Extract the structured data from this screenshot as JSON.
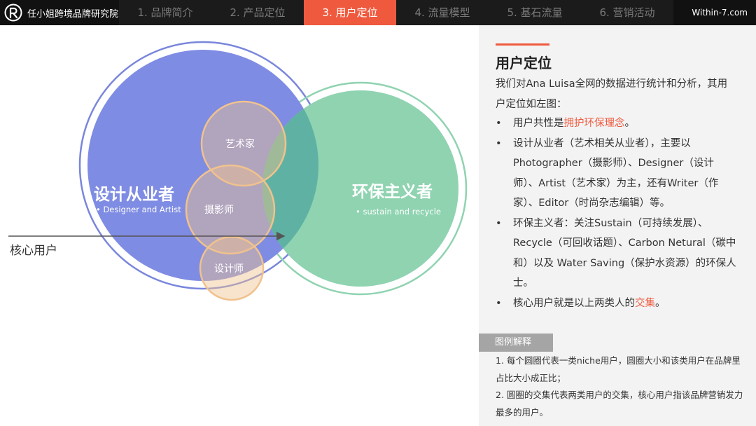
{
  "header": {
    "brand_name": "任小姐跨境品牌研究院",
    "tabs": [
      {
        "label": "1. 品牌简介"
      },
      {
        "label": "2. 产品定位"
      },
      {
        "label": "3. 用户定位"
      },
      {
        "label": "4. 流量模型"
      },
      {
        "label": "5. 基石流量"
      },
      {
        "label": "6. 营销活动"
      }
    ],
    "active_tab": 2,
    "site": "Within-7.com"
  },
  "venn": {
    "left_title": "设计从业者",
    "left_sub": "Designer and Artist",
    "right_title": "环保主义者",
    "right_sub": "sustain and recycle",
    "niches": [
      "艺术家",
      "摄影师",
      "设计师"
    ],
    "core_label": "核心用户",
    "colors": {
      "left": "#7f8ce3",
      "right": "#8fd3b1",
      "overlap": "#5fb2a3",
      "niche": "#f0c28e",
      "accent": "#ef5a3f"
    }
  },
  "panel": {
    "title": "用户定位",
    "intro": "我们对Ana Luisa全网的数据进行统计和分析，其用户定位如左图：",
    "bullets": [
      {
        "pre": "用户共性是",
        "hl": "拥护环保理念",
        "post": "。"
      },
      {
        "pre": "设计从业者（艺术相关从业者），主要以Photographer（摄影师）、Designer（设计师）、Artist（艺术家）为主，还有Writer（作家）、Editor（时尚杂志编辑）等。",
        "hl": "",
        "post": ""
      },
      {
        "pre": "环保主义者：关注Sustain（可持续发展）、Recycle（可回收话题）、Carbon Netural（碳中和）以及 Water Saving（保护水资源）的环保人士。",
        "hl": "",
        "post": ""
      },
      {
        "pre": "核心用户就是以上两类人的",
        "hl": "交集",
        "post": "。"
      }
    ],
    "legend_tag": "图例解释",
    "legend_lines": [
      "1. 每个圆圈代表一类niche用户，圆圈大小和该类用户在品牌里占比大小成正比；",
      "2. 圆圈的交集代表两类用户的交集，核心用户指该品牌营销发力最多的用户。"
    ]
  }
}
